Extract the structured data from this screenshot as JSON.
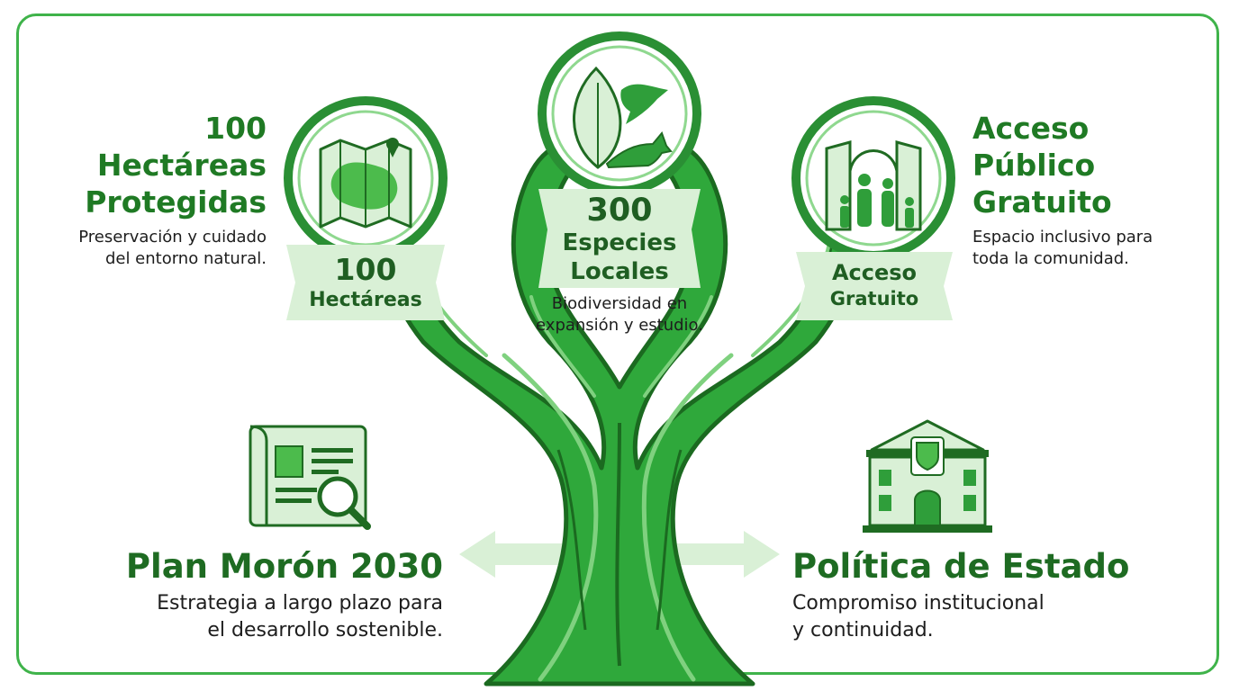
{
  "colors": {
    "primary": "#2f9e3a",
    "dark": "#1f6b22",
    "light": "#d9f0d6",
    "border": "#3fb34a"
  },
  "hectareas": {
    "icon": "map-icon",
    "heading_line1": "100",
    "heading_line2": "Hectáreas",
    "heading_line3": "Protegidas",
    "desc_line1": "Preservación y cuidado",
    "desc_line2": "del entorno natural.",
    "banner_line1": "100",
    "banner_line2": "Hectáreas"
  },
  "especies": {
    "icon": "leaf-bird-fox-icon",
    "banner_line1": "300",
    "banner_line2": "Especies",
    "banner_line3": "Locales",
    "desc_line1": "Biodiversidad en",
    "desc_line2": "expansión y estudio."
  },
  "acceso": {
    "icon": "family-gate-icon",
    "heading_line1": "Acceso",
    "heading_line2": "Público",
    "heading_line3": "Gratuito",
    "desc_line1": "Espacio inclusivo para",
    "desc_line2": "toda la comunidad.",
    "banner_line1": "Acceso",
    "banner_line2": "Gratuito"
  },
  "plan": {
    "icon": "document-magnifier-icon",
    "title": "Plan Morón 2030",
    "desc_line1": "Estrategia a largo plazo para",
    "desc_line2": "el desarrollo sostenible."
  },
  "politica": {
    "icon": "government-building-icon",
    "title": "Política de Estado",
    "desc_line1": "Compromiso institucional",
    "desc_line2": "y continuidad."
  }
}
